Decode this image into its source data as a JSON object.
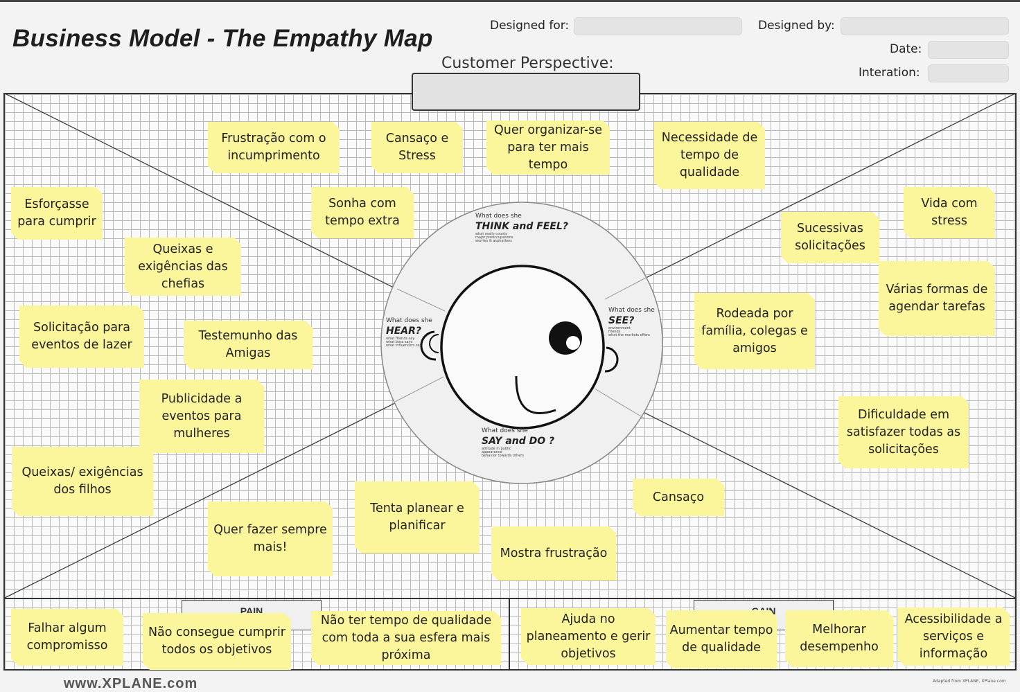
{
  "title": "Business Model - The Empathy Map",
  "header": {
    "designed_for_label": "Designed for:",
    "designed_by_label": "Designed by:",
    "date_label": "Date:",
    "iteration_label": "Interation:",
    "designed_for_value": "",
    "designed_by_value": "",
    "date_value": "",
    "iteration_value": ""
  },
  "customer_perspective": {
    "label": "Customer Perspective:",
    "value": ""
  },
  "center": {
    "think": {
      "prompt": "What does she",
      "heading": "THINK and FEEL?",
      "lines": [
        "what really counts",
        "major preoccupations",
        "worries & aspirations"
      ]
    },
    "hear": {
      "prompt": "What does she",
      "heading": "HEAR?",
      "lines": [
        "what friends say",
        "what boss says",
        "what influencers say"
      ]
    },
    "see": {
      "prompt": "What does she",
      "heading": "SEE?",
      "lines": [
        "environment",
        "friends",
        "what the markets offers"
      ]
    },
    "say": {
      "prompt": "What does she",
      "heading": "SAY and DO ?",
      "lines": [
        "attitude in public",
        "appearance",
        "behavior towards others"
      ]
    }
  },
  "notes": [
    "Frustração com o incumprimento",
    "Cansaço e Stress",
    "Quer organizar-se para ter mais tempo",
    "Necessidade de tempo de qualidade",
    "Esforçasse para cumprir",
    "Sonha com tempo extra",
    "Queixas e exigências das chefias",
    "Vida com stress",
    "Sucessivas solicitações",
    "Várias formas de agendar tarefas",
    "Solicitação para eventos de lazer",
    "Testemunho das Amigas",
    "Rodeada por família, colegas e amigos",
    "Publicidade a eventos para mulheres",
    "Dificuldade em satisfazer todas as solicitações",
    "Queixas/ exigências dos filhos",
    "Tenta planear e planificar",
    "Cansaço",
    "Quer fazer sempre mais!",
    "Mostra frustração"
  ],
  "pain": {
    "label": "PAIN",
    "notes": [
      "Falhar algum compromisso",
      "Não consegue cumprir todos os objetivos",
      "Não ter tempo de qualidade com toda a sua esfera mais próxima"
    ]
  },
  "gain": {
    "label": "GAIN",
    "notes": [
      "Ajuda no planeamento e gerir objetivos",
      "Aumentar tempo de qualidade",
      "Melhorar desempenho",
      "Acessibilidade a serviços e informação"
    ]
  },
  "footer": {
    "url": "www.XPLANE.com",
    "credit": "Adapted from XPLANE, XPlane.com"
  }
}
